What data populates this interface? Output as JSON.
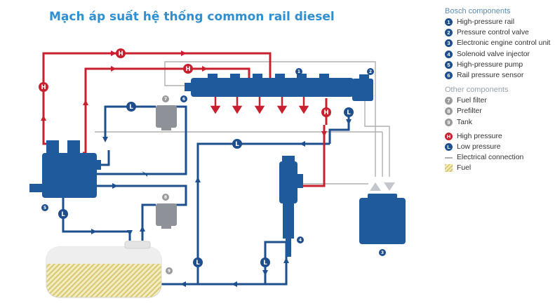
{
  "title": "Mạch áp suất hệ thống common rail diesel",
  "legend": {
    "bosch_heading": "Bosch components",
    "bosch_items": [
      {
        "num": "1",
        "label": "High-pressure rail"
      },
      {
        "num": "2",
        "label": "Pressure control valve"
      },
      {
        "num": "3",
        "label": "Electronic engine control unit"
      },
      {
        "num": "4",
        "label": "Solenoid valve injector"
      },
      {
        "num": "5",
        "label": "High-pressure pump"
      },
      {
        "num": "6",
        "label": "Rail pressure sensor"
      }
    ],
    "other_heading": "Other components",
    "other_items": [
      {
        "num": "7",
        "label": "Fuel filter"
      },
      {
        "num": "8",
        "label": "Prefilter"
      },
      {
        "num": "9",
        "label": "Tank"
      }
    ],
    "line_types": [
      {
        "code": "H",
        "label": "High pressure",
        "color": "#c8202e"
      },
      {
        "code": "L",
        "label": "Low pressure",
        "color": "#1d4f8f"
      },
      {
        "label": "Electrical connection",
        "color": "#b0b0b0"
      },
      {
        "label": "Fuel",
        "color": "#d8c873"
      }
    ]
  },
  "diagram": {
    "component_numbers": [
      "1",
      "2",
      "3",
      "4",
      "5",
      "6",
      "7",
      "8",
      "9"
    ],
    "pressure_marker_high": "H",
    "pressure_marker_low": "L",
    "colors": {
      "high": "#c8202e",
      "low": "#1d4f8f",
      "component": "#1f5a9c",
      "electrical": "#b0b0b0",
      "filter": "#8e9298",
      "fuel": "#d8c873"
    }
  }
}
